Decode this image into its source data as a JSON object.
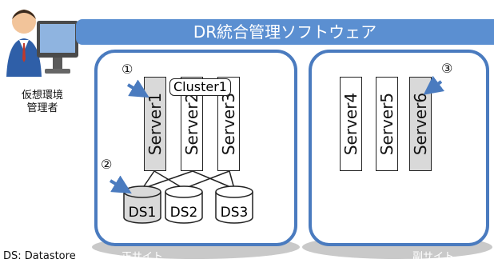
{
  "title": "DR統合管理ソフトウェア",
  "admin": {
    "label": "仮想環境\n管理者"
  },
  "primary_site": {
    "label": "正サイト",
    "cluster_label": "Cluster1",
    "servers": [
      "Server1",
      "Server2",
      "Server3"
    ],
    "datastores": [
      "DS1",
      "DS2",
      "DS3"
    ]
  },
  "secondary_site": {
    "label": "副サイト",
    "servers": [
      "Server4",
      "Server5",
      "Server6"
    ]
  },
  "markers": [
    "①",
    "②",
    "③"
  ],
  "legend_note": "DS: Datastore",
  "colors": {
    "accent": "#5b8fd1",
    "border": "#4a7bbf",
    "highlight": "#d9d9d9"
  }
}
